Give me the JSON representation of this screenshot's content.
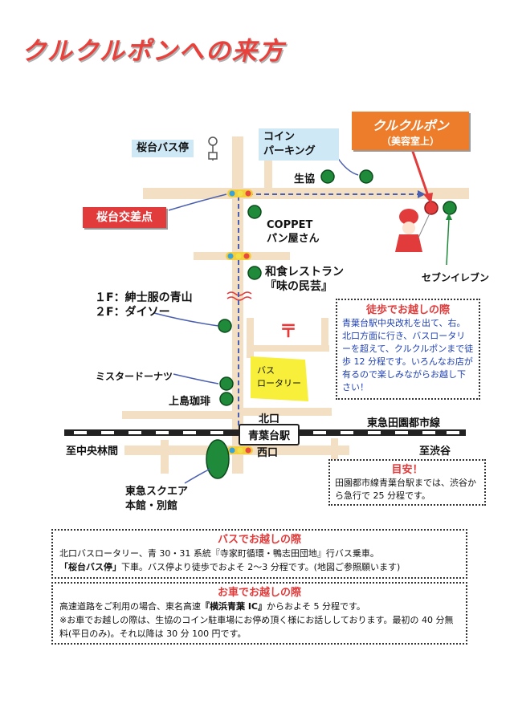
{
  "title": "クルクルポンへの来方",
  "shop": {
    "name": "クルクルポン",
    "sub": "（美容室上）"
  },
  "labels": {
    "sakuradai_bus_stop": "桜台バス停",
    "coin_parking": "コイン\nパーキング",
    "seikyo": "生協",
    "sakuradai_crossing": "桜台交差点",
    "coppet": "COPPET\nパン屋さん",
    "washoku": "和食レストラン\n『味の民芸』",
    "aoyama_daiso": "１F：紳士服の青山\n２F：ダイソー",
    "seven_eleven": "セブンイレブン",
    "mister_donut": "ミスタードーナツ",
    "ueshima": "上島珈琲",
    "bus_rotary": "バス\nロータリー",
    "kitaguchi": "北口",
    "station": "青葉台駅",
    "line": "東急田園都市線",
    "to_chuorinkan": "至中央林間",
    "to_shibuya": "至渋谷",
    "nishiguchi": "西口",
    "tokyu_square": "東急スクエア\n本館・別館",
    "post_mark": "〒"
  },
  "walk_box": {
    "title": "徒歩でお越しの際",
    "body": "青葉台駅中央改札を出て、右。北口方面に行き、バスロータリーを超えて、クルクルポンまで徒歩 12 分程です。いろんなお店が有るので楽しみながらお越し下さい！"
  },
  "guide_box": {
    "title": "目安！",
    "body": "田園都市線青葉台駅までは、渋谷から急行で 25 分程です。"
  },
  "bus_box": {
    "title": "バスでお越しの際",
    "line1": "北口バスロータリー、青 30・31 系統『寺家町循環・鴨志田団地』行バス乗車。",
    "line2_bold": "「桜台バス停」",
    "line2_rest": "下車。バス停より徒歩でおよそ 2～3 分程です。(地図ご参照願います)"
  },
  "car_box": {
    "title": "お車でお越しの際",
    "line1_pre": "高速道路をご利用の場合、東名高速",
    "line1_bold": "『横浜青葉 IC』",
    "line1_post": "からおよそ 5 分程です。",
    "line2": "※お車でお越しの際は、生協のコイン駐車場にお停め頂く様にお話ししております。最初の 40 分無料(平日のみ)。それ以降は 30 分 100 円です。"
  },
  "colors": {
    "road": "#f3dfc3",
    "store": "#1f8b3a",
    "accent": "#e13b3b",
    "route": "#4a5fb0",
    "rotary": "#f7ef3a"
  }
}
